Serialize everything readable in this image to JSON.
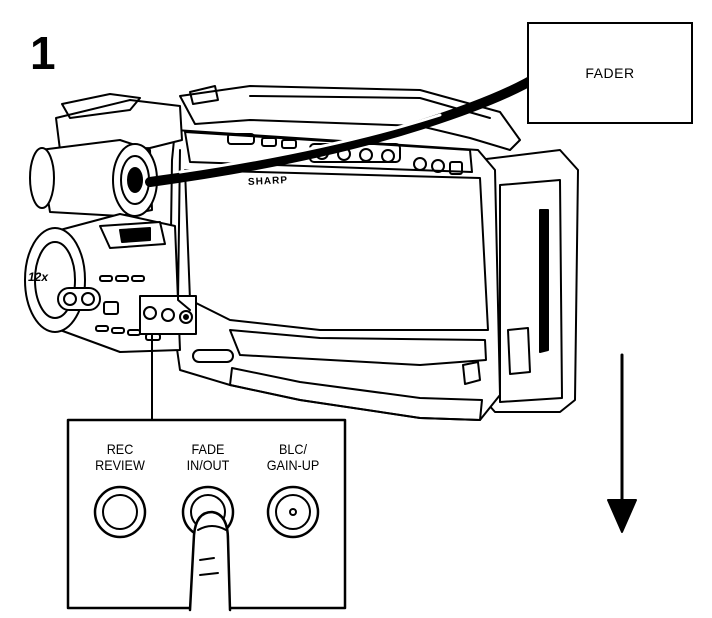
{
  "step": {
    "number": "1"
  },
  "callout": {
    "label": "FADER"
  },
  "camera": {
    "brand": "SHARP",
    "zoom": "12x"
  },
  "buttons": [
    {
      "label": "REC\nREVIEW"
    },
    {
      "label": "FADE\nIN/OUT"
    },
    {
      "label": "BLC/\nGAIN-UP"
    }
  ],
  "colors": {
    "ink": "#000000",
    "paper": "#ffffff"
  }
}
